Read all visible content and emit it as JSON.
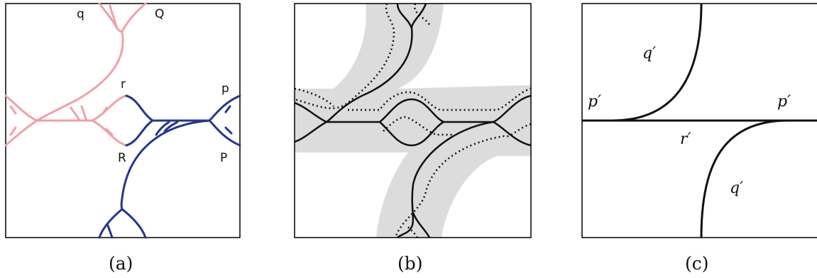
{
  "panels": [
    {
      "caption": "(a)",
      "labels": {
        "q": "q",
        "Q": "Q",
        "r": "r",
        "R": "R",
        "p": "p",
        "P": "P"
      },
      "colors": {
        "pink_tree": "#f2a0a8",
        "blue_tree": "#26358f"
      }
    },
    {
      "caption": "(b)",
      "colors": {
        "band": "#dcdcdc",
        "curve": "#111111"
      }
    },
    {
      "caption": "(c)",
      "labels": {
        "p_left": "p′",
        "p_right": "p′",
        "q_top": "q′",
        "r_mid": "r′",
        "q_bottom": "q′"
      }
    }
  ]
}
